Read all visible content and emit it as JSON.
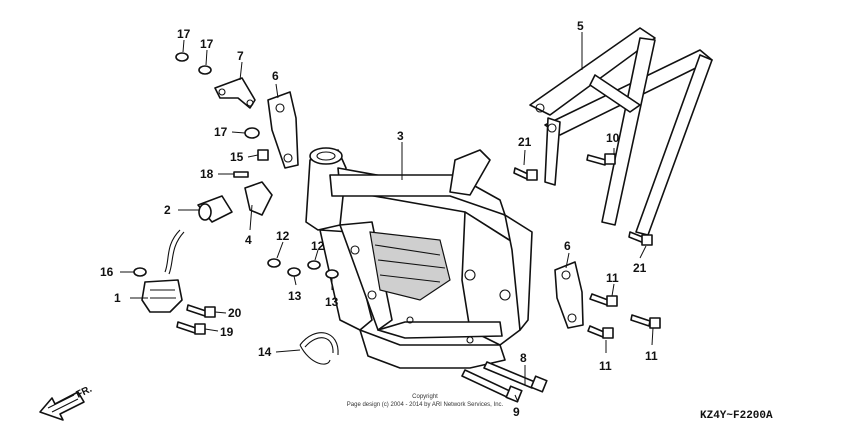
{
  "callouts": [
    "1",
    "2",
    "3",
    "4",
    "5",
    "6",
    "7",
    "8",
    "9",
    "10",
    "11",
    "12",
    "13",
    "14",
    "15",
    "16",
    "17",
    "18",
    "19",
    "20",
    "21"
  ],
  "copyright_line1": "Copyright",
  "copyright_line2": "Page design (c) 2004 - 2014 by ARI Network Services, Inc.",
  "figure_code": "KZ4Y~F2200A",
  "direction_label": "FR."
}
